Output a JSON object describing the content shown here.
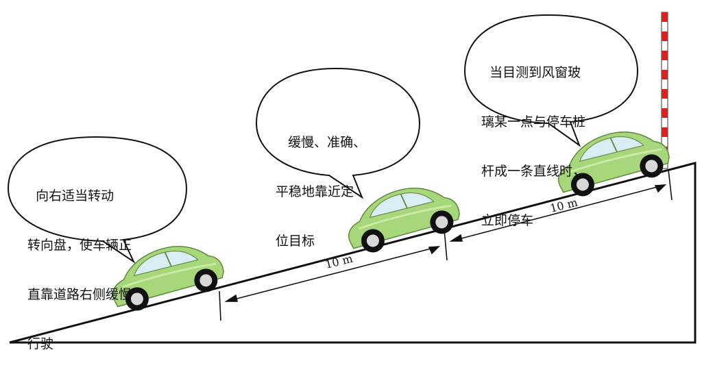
{
  "bubbles": [
    {
      "id": "bubble-left",
      "lines": [
        "  向右适当转动",
        "转向盘，使车辆正",
        "直靠道路右侧缓慢",
        "行驶"
      ]
    },
    {
      "id": "bubble-middle",
      "lines": [
        "   缓慢、准确、",
        "平稳地靠近定",
        "位目标"
      ]
    },
    {
      "id": "bubble-right",
      "lines": [
        "  当目测到风窗玻",
        "璃某一点与停车桩",
        "杆成一条直线时，",
        "立即停车"
      ]
    }
  ],
  "distances": [
    {
      "id": "distance-lower",
      "label": "10 m"
    },
    {
      "id": "distance-upper",
      "label": "10 m"
    }
  ],
  "colors": {
    "car_body": "#a8d67a",
    "car_window": "#d9eef2",
    "pole_red": "#e0201c",
    "outline": "#111111"
  }
}
